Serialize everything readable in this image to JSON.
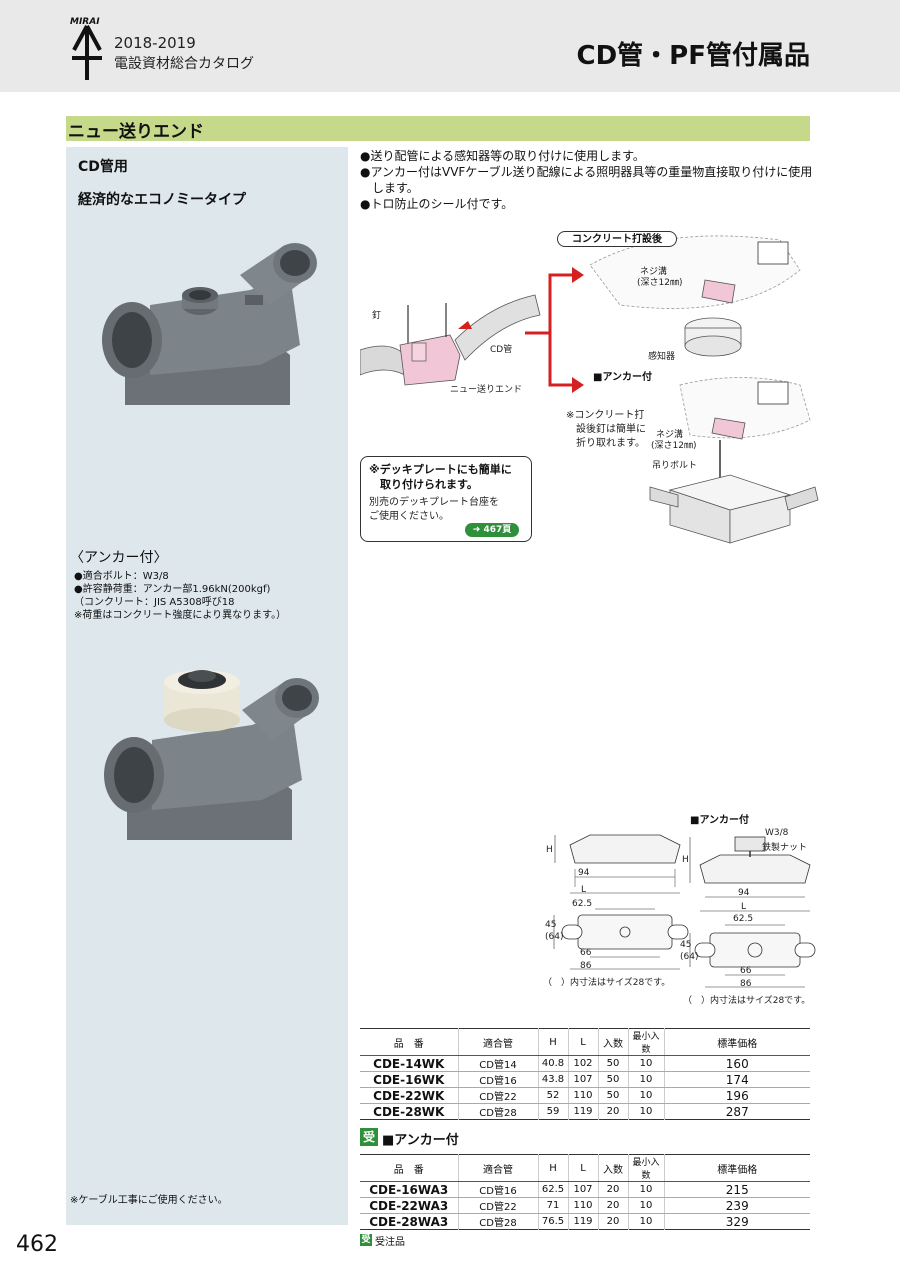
{
  "header": {
    "logo_text": "MIRAI",
    "catalog_year": "2018-2019",
    "catalog_name": "電設資材総合カタログ",
    "page_title": "CD管・PF管付属品"
  },
  "section": {
    "title": "ニュー送りエンド"
  },
  "left": {
    "title1": "CD管用",
    "title2": "経済的なエコノミータイプ",
    "anchor_heading": "〈アンカー付〉",
    "anchor_specs": [
      "●適合ボルト：W3/8",
      "●許容静荷重：アンカー部1.96kN(200kgf)",
      "（コンクリート：JIS A5308呼び18",
      "  ※荷重はコンクリート強度により異なります。）"
    ],
    "note": "※ケーブル工事にご使用ください。"
  },
  "bullets": [
    "●送り配管による感知器等の取り付けに使用します。",
    "●アンカー付はVVFケーブル送り配線による照明器具等の重量物直接取り付けに使用します。",
    "●トロ防止のシール付です。"
  ],
  "diagram": {
    "concrete_badge": "コンクリート打設後",
    "nail": "釘",
    "cd_pipe": "CD管",
    "product": "ニュー送りエンド",
    "screw_groove": "ネジ溝",
    "screw_depth": "(深さ12㎜)",
    "detector": "感知器",
    "anchor_label": "■アンカー付",
    "nail_note": [
      "※コンクリート打",
      "　設後釘は簡単に",
      "　折り取れます。"
    ],
    "hanging_bolt": "吊りボルト"
  },
  "callout": {
    "line1": "※デッキプレートにも簡単に",
    "line2": "　取り付けられます。",
    "line3": "別売のデッキプレート台座を",
    "line4": "ご使用ください。",
    "ref": "467頁"
  },
  "dims": {
    "anchor_title": "■アンカー付",
    "bolt_label": "W3/8",
    "nut_label": "鉄製ナット",
    "H": "H",
    "L": "L",
    "d94": "94",
    "d62_5": "62.5",
    "d45": "45",
    "d64": "(64)",
    "d66": "66",
    "d86": "86",
    "note": "（　）内寸法はサイズ28です。"
  },
  "table1": {
    "headers": [
      "品　番",
      "適合管",
      "H",
      "L",
      "入数",
      "最小入数",
      "標準価格"
    ],
    "rows": [
      [
        "CDE-14WK",
        "CD管14",
        "40.8",
        "102",
        "50",
        "10",
        "160"
      ],
      [
        "CDE-16WK",
        "CD管16",
        "43.8",
        "107",
        "50",
        "10",
        "174"
      ],
      [
        "CDE-22WK",
        "CD管22",
        "52",
        "110",
        "50",
        "10",
        "196"
      ],
      [
        "CDE-28WK",
        "CD管28",
        "59",
        "119",
        "20",
        "10",
        "287"
      ]
    ]
  },
  "table2": {
    "badge": "受",
    "title": "■アンカー付",
    "headers": [
      "品　番",
      "適合管",
      "H",
      "L",
      "入数",
      "最小入数",
      "標準価格"
    ],
    "rows": [
      [
        "CDE-16WA3",
        "CD管16",
        "62.5",
        "107",
        "20",
        "10",
        "215"
      ],
      [
        "CDE-22WA3",
        "CD管22",
        "71",
        "110",
        "20",
        "10",
        "239"
      ],
      [
        "CDE-28WA3",
        "CD管28",
        "76.5",
        "119",
        "20",
        "10",
        "329"
      ]
    ]
  },
  "footer": {
    "badge": "受",
    "note": "受注品",
    "page_number": "462"
  }
}
